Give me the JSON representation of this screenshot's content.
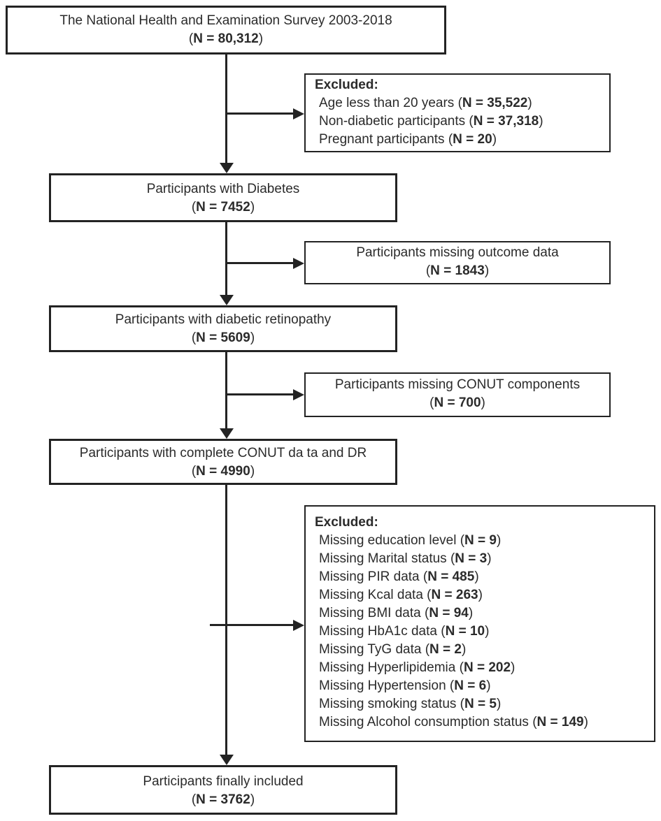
{
  "colors": {
    "line_color": "#232323",
    "text_color": "#2b2b2b",
    "bg_color": "#ffffff"
  },
  "boxes": {
    "source": {
      "line1": "The National Health and Examination Survey 2003-2018",
      "paren_open": "(",
      "n_bold": "N = 80,312",
      "paren_close": ")"
    },
    "diabetes": {
      "line1": "Participants with Diabetes",
      "paren_open": "(",
      "n_bold": "N = 7452",
      "paren_close": ")"
    },
    "retinopathy": {
      "line1": "Participants with diabetic retinopathy",
      "paren_open": "(",
      "n_bold": "N = 5609",
      "paren_close": ")"
    },
    "conut": {
      "line1": "Participants with complete CONUT da ta and DR",
      "paren_open": "(",
      "n_bold": "N = 4990",
      "paren_close": ")"
    },
    "final": {
      "line1": "Participants finally included",
      "paren_open": "(",
      "n_bold": "N = 3762",
      "paren_close": ")"
    },
    "outcome": {
      "line1": "Participants missing outcome data",
      "paren_open": "(",
      "n_bold": "N = 1843",
      "paren_close": ")"
    },
    "conut_missing": {
      "line1": "Participants missing CONUT components",
      "paren_open": "(",
      "n_bold": "N = 700",
      "paren_close": ")"
    },
    "excluded1": {
      "title": "Excluded:",
      "items": [
        {
          "pre": "Age less than 20 years (",
          "bold": "N = 35,522",
          "post": ")"
        },
        {
          "pre": "Non-diabetic participants (",
          "bold": "N = 37,318",
          "post": ")"
        },
        {
          "pre": "Pregnant participants (",
          "bold": "N = 20",
          "post": ")"
        }
      ]
    },
    "excluded2": {
      "title": "Excluded:",
      "items": [
        {
          "pre": "Missing education level (",
          "bold": "N = 9",
          "post": ")"
        },
        {
          "pre": "Missing Marital status (",
          "bold": "N = 3",
          "post": ")"
        },
        {
          "pre": "Missing PIR data (",
          "bold": "N = 485",
          "post": ")"
        },
        {
          "pre": "Missing Kcal data (",
          "bold": "N = 263",
          "post": ")"
        },
        {
          "pre": "Missing BMI data (",
          "bold": "N = 94",
          "post": ")"
        },
        {
          "pre": "Missing HbA1c data (",
          "bold": "N = 10",
          "post": ")"
        },
        {
          "pre": "Missing TyG data (",
          "bold": "N = 2",
          "post": ")"
        },
        {
          "pre": "Missing Hyperlipidemia (",
          "bold": "N = 202",
          "post": ")"
        },
        {
          "pre": "Missing Hypertension (",
          "bold": "N = 6",
          "post": ")"
        },
        {
          "pre": "Missing smoking status (",
          "bold": "N = 5",
          "post": ")"
        },
        {
          "pre": "Missing Alcohol consumption status (",
          "bold": "N = 149",
          "post": ")"
        }
      ]
    }
  }
}
